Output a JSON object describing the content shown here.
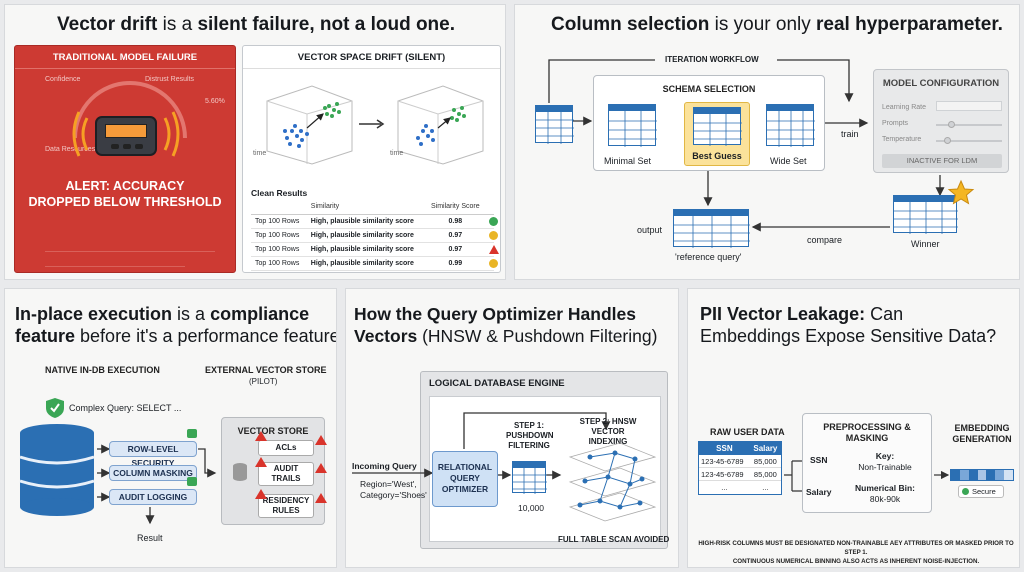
{
  "p1": {
    "title_bold1": "Vector drift",
    "title_light": " is a ",
    "title_bold2": "silent failure, not a loud one.",
    "left_header": "TRADITIONAL MODEL FAILURE",
    "left_label_a": "Confidence",
    "left_label_b": "Distrust Results",
    "left_label_c": "Data Resources",
    "left_percent": "5.60%",
    "alert_line1": "ALERT: ACCURACY",
    "alert_line2": "DROPPED BELOW THRESHOLD",
    "right_header": "VECTOR SPACE DRIFT (SILENT)",
    "time_label": "time",
    "time_label2": "time",
    "clean_title": "Clean Results",
    "col_similarity": "Similarity",
    "col_score": "Similarity Score",
    "rows": [
      {
        "name": "Top 100 Rows",
        "desc": "High, plausible similarity score",
        "score": "0.98",
        "icon": "check-icon",
        "color": "#3aa655"
      },
      {
        "name": "Top 100 Rows",
        "desc": "High, plausible similarity score",
        "score": "0.97",
        "icon": "warning-circle-icon",
        "color": "#e9b526"
      },
      {
        "name": "Top 100 Rows",
        "desc": "High, plausible similarity score",
        "score": "0.97",
        "icon": "warning-triangle-icon",
        "color": "#d9342b"
      },
      {
        "name": "Top 100 Rows",
        "desc": "High, plausible similarity score",
        "score": "0.99",
        "icon": "warning-circle-icon",
        "color": "#e9b526"
      }
    ]
  },
  "p2": {
    "title_bold1": "Column selection",
    "title_light": " is your only ",
    "title_bold2": "real hyperparameter.",
    "workflow": "ITERATION WORKFLOW",
    "schema": "SCHEMA SELECTION",
    "minimal": "Minimal Set",
    "best": "Best Guess",
    "wide": "Wide Set",
    "train": "train",
    "model_config": "MODEL CONFIGURATION",
    "learning_rate": "Learning Rate",
    "prompts": "Prompts",
    "temperature": "Temperature",
    "inactive": "INACTIVE FOR LDM",
    "output": "output",
    "compare": "compare",
    "winner": "Winner",
    "reference": "'reference query'"
  },
  "p3": {
    "title_bold1": "In-place execution",
    "title_light1": " is a ",
    "title_bold2": "compliance",
    "title_bold3": "feature",
    "title_light2": " before it's a performance feature.",
    "native": "NATIVE IN-DB EXECUTION",
    "external": "EXTERNAL VECTOR STORE",
    "pilot": "(PILOT)",
    "query": "Complex Query: SELECT ...",
    "rls": "ROW-LEVEL SECURITY",
    "masking": "COLUMN MASKING",
    "audit": "AUDIT LOGGING",
    "result": "Result",
    "vstore": "VECTOR STORE",
    "acls": "ACLs",
    "audit_trails": "AUDIT TRAILS",
    "residency": "RESIDENCY RULES"
  },
  "p4": {
    "title_bold1": "How the Query Optimizer Handles",
    "title_bold2": "Vectors",
    "title_light": " (HNSW & Pushdown Filtering)",
    "engine": "LOGICAL DATABASE ENGINE",
    "incoming": "Incoming Query",
    "region": "Region='West',",
    "category": "Category='Shoes'",
    "optimizer": "RELATIONAL QUERY OPTIMIZER",
    "step1": "STEP 1: PUSHDOWN FILTERING",
    "step2": "STEP 2: HNSW VECTOR INDEXING",
    "count": "10,000",
    "avoided": "FULL TABLE SCAN AVOIDED"
  },
  "p5": {
    "title_bold1": "PII Vector Leakage:",
    "title_light1": " Can",
    "title_light2": "Embeddings Expose Sensitive Data?",
    "raw": "RAW USER DATA",
    "ssn_h": "SSN",
    "salary_h": "Salary",
    "rows": [
      {
        "ssn": "123-45-6789",
        "salary": "85,000"
      },
      {
        "ssn": "123-45-6789",
        "salary": "85,000"
      },
      {
        "ssn": "...",
        "salary": "..."
      }
    ],
    "pre": "PREPROCESSING & MASKING",
    "ssn_l": "SSN",
    "key": "Key:",
    "nontrain": "Non-Trainable",
    "salary_l": "Salary",
    "numbin": "Numerical Bin:",
    "bin": "80k-90k",
    "embedding": "EMBEDDING GENERATION",
    "secure": "Secure",
    "footnote1": "HIGH-RISK COLUMNS MUST BE DESIGNATED NON-TRAINABLE AEY ATTRIBUTES OR MASKED PRIOR TO STEP 1.",
    "footnote2": "CONTINUOUS NUMERICAL BINNING ALSO ACTS AS INHERENT NOISE-INJECTION."
  }
}
